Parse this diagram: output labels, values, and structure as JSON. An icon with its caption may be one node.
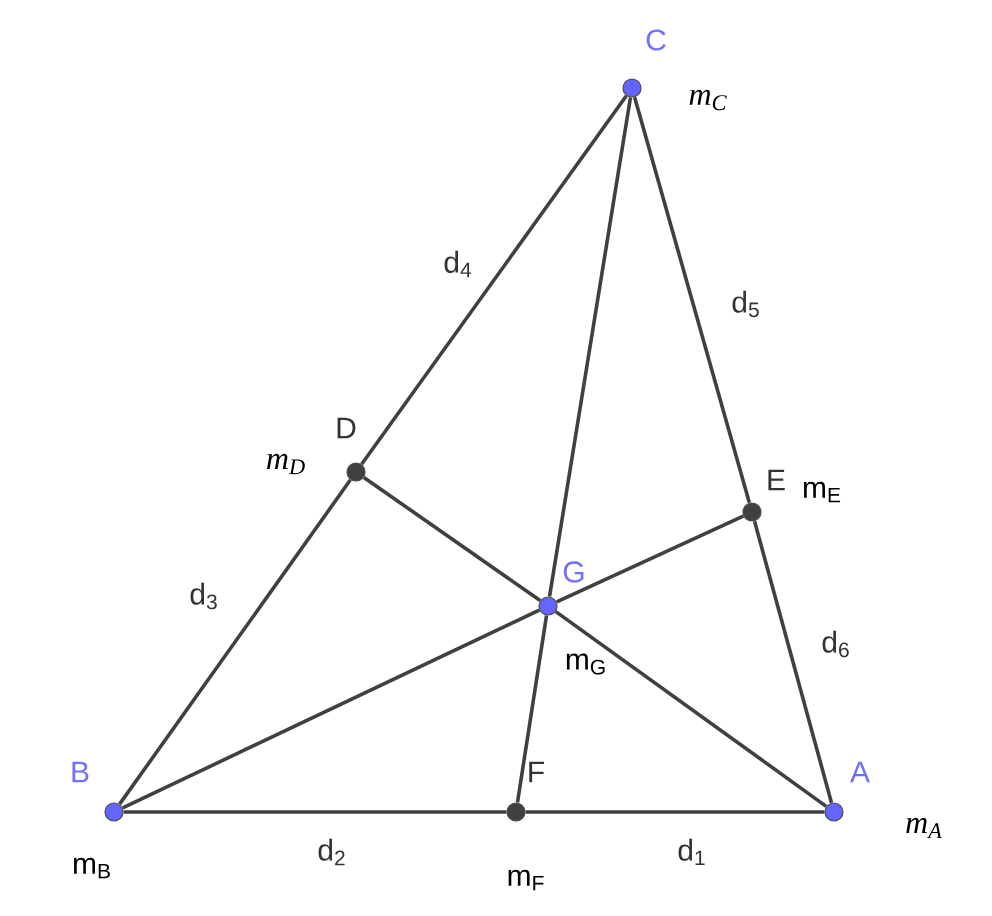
{
  "diagram": {
    "nodes": [
      {
        "text": [
          "C"
        ],
        "beside": [
          "m$_{C}$"
        ]
      },
      {
        "text": [
          "D"
        ],
        "beside": [
          "m$_{D}$"
        ]
      },
      {
        "text": [
          "E"
        ],
        "beside": [
          "m$_{E}$"
        ]
      },
      {
        "text": [
          "G"
        ],
        "beside": [
          "m$_{G}$"
        ]
      },
      {
        "text": [
          "B"
        ],
        "beside": [
          "m$_{B}$"
        ]
      },
      {
        "text": [
          "F"
        ],
        "beside": [
          "m$_{F}$"
        ]
      },
      {
        "text": [
          "A"
        ],
        "beside": [
          "m$_{A}$"
        ]
      }
    ],
    "edges": [
      {
        "from": 4,
        "to": 5,
        "arrow": "none",
        "label": "d$_{2}$"
      },
      {
        "from": 5,
        "to": 6,
        "arrow": "none",
        "label": "d$_{1}$"
      },
      {
        "from": 6,
        "to": 2,
        "arrow": "none",
        "label": "d$_{6}$"
      },
      {
        "from": 2,
        "to": 0,
        "arrow": "none",
        "label": "d$_{5}$"
      },
      {
        "from": 0,
        "to": 1,
        "arrow": "none",
        "label": "d$_{4}$"
      },
      {
        "from": 1,
        "to": 4,
        "arrow": "none",
        "label": "d$_{3}$"
      },
      {
        "from": 0,
        "to": 3,
        "arrow": "none"
      },
      {
        "from": 3,
        "to": 5,
        "arrow": "none"
      },
      {
        "from": 4,
        "to": 3,
        "arrow": "none"
      },
      {
        "from": 3,
        "to": 2,
        "arrow": "none"
      },
      {
        "from": 1,
        "to": 3,
        "arrow": "none"
      },
      {
        "from": 3,
        "to": 6,
        "arrow": "none"
      }
    ]
  }
}
